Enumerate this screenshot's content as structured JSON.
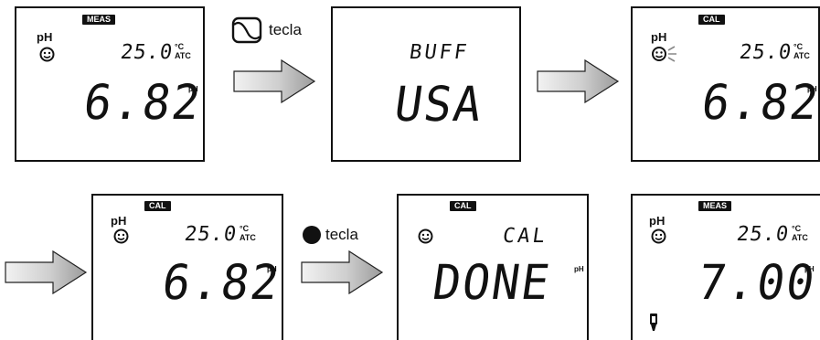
{
  "step1": {
    "badge": "MEAS",
    "ph_label": "pH",
    "temp": "25.0",
    "temp_unit_top": "°C",
    "temp_unit_bottom": "ATC",
    "value": "6.82",
    "value_unit": "pH"
  },
  "key1": {
    "label": "tecla",
    "icon": "curved-line-key-icon"
  },
  "step2": {
    "line1": "BUFF",
    "line2": "USA"
  },
  "step3": {
    "badge": "CAL",
    "ph_label": "pH",
    "temp": "25.0",
    "temp_unit_top": "°C",
    "temp_unit_bottom": "ATC",
    "value": "6.82",
    "value_unit": "pH"
  },
  "step4": {
    "badge": "CAL",
    "ph_label": "pH",
    "temp": "25.0",
    "temp_unit_top": "°C",
    "temp_unit_bottom": "ATC",
    "value": "6.82",
    "value_unit": "pH"
  },
  "key2": {
    "label": "tecla",
    "icon": "filled-circle-key-icon"
  },
  "step5": {
    "badge": "CAL",
    "line1": "CAL",
    "line2": "DONE",
    "value_unit": "pH"
  },
  "step6": {
    "badge": "MEAS",
    "ph_label": "pH",
    "temp": "25.0",
    "temp_unit_top": "°C",
    "temp_unit_bottom": "ATC",
    "value": "7.00",
    "value_unit": "pH"
  },
  "colors": {
    "ink": "#111111",
    "arrow_light": "#f4f4f4",
    "arrow_dark": "#9a9a9a"
  }
}
